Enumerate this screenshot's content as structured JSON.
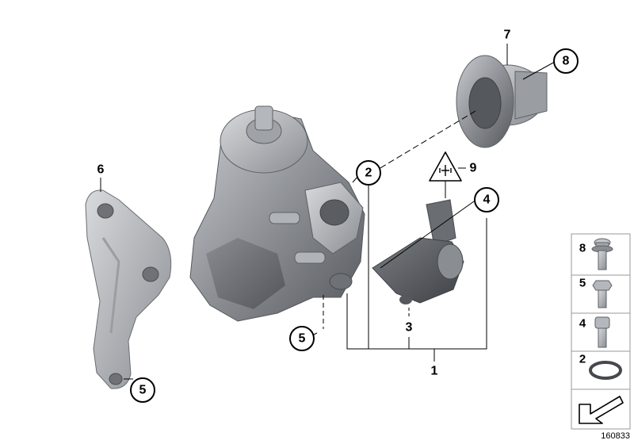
{
  "callouts": {
    "c2": "2",
    "c4": "4",
    "c5a": "5",
    "c5b": "5",
    "c8": "8"
  },
  "labels": {
    "p1": "1",
    "p3": "3",
    "p6": "6",
    "p7": "7",
    "p9": "9"
  },
  "legend": {
    "items": [
      "8",
      "5",
      "4",
      "2"
    ]
  },
  "reference": "160833",
  "icons": {
    "warning": "electrical-warning-icon",
    "navigation": "next-page-arrow-icon"
  },
  "colors": {
    "line": "#000000",
    "part_dark": "#6a6d72",
    "part_light": "#b9bcc1",
    "legend_border": "#9a9a9a"
  }
}
